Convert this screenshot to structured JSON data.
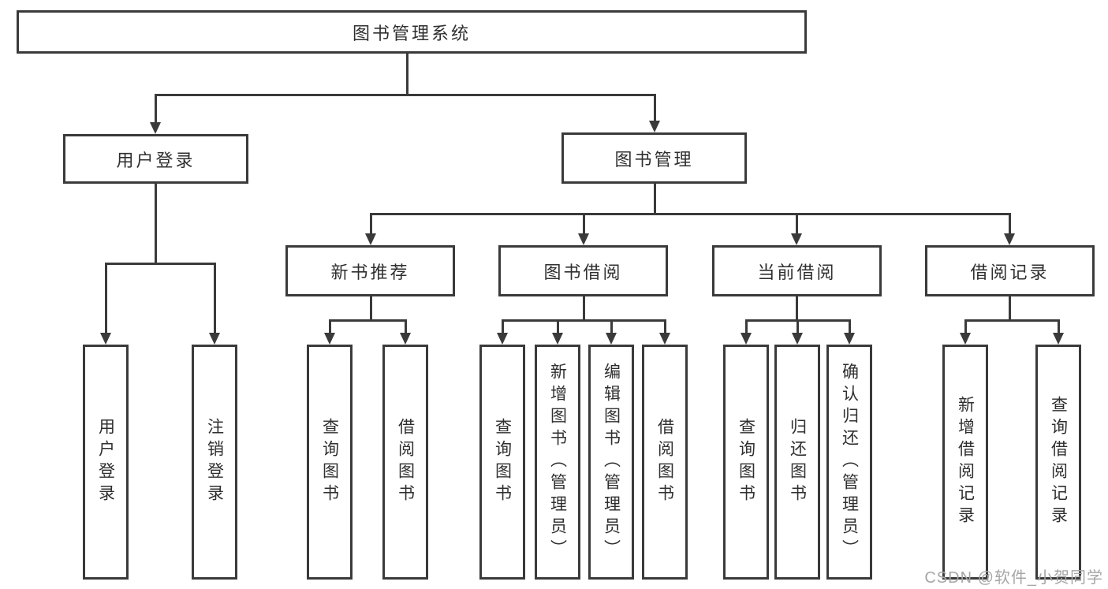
{
  "diagram": {
    "root": {
      "label": "图书管理系统"
    },
    "level2": [
      {
        "label": "用户登录",
        "children": [
          "用户登录",
          "注销登录"
        ]
      },
      {
        "label": "图书管理",
        "children": [
          "新书推荐",
          "图书借阅",
          "当前借阅",
          "借阅记录"
        ]
      }
    ],
    "level3": [
      {
        "label": "新书推荐",
        "parent": "图书管理"
      },
      {
        "label": "图书借阅",
        "parent": "图书管理"
      },
      {
        "label": "当前借阅",
        "parent": "图书管理"
      },
      {
        "label": "借阅记录",
        "parent": "图书管理"
      }
    ],
    "leaves": [
      {
        "label": "用户登录",
        "parent": "用户登录"
      },
      {
        "label": "注销登录",
        "parent": "用户登录"
      },
      {
        "label": "查询图书",
        "parent": "新书推荐"
      },
      {
        "label": "借阅图书",
        "parent": "新书推荐"
      },
      {
        "label": "查询图书",
        "parent": "图书借阅"
      },
      {
        "label": "新增图书（管理员）",
        "parent": "图书借阅"
      },
      {
        "label": "编辑图书（管理员）",
        "parent": "图书借阅"
      },
      {
        "label": "借阅图书",
        "parent": "图书借阅"
      },
      {
        "label": "查询图书",
        "parent": "当前借阅"
      },
      {
        "label": "归还图书",
        "parent": "当前借阅"
      },
      {
        "label": "确认归还（管理员）",
        "parent": "当前借阅"
      },
      {
        "label": "新增借阅记录",
        "parent": "借阅记录"
      },
      {
        "label": "查询借阅记录",
        "parent": "借阅记录"
      }
    ]
  },
  "colors": {
    "line": "#3a3a3a",
    "text": "#2f2f2f",
    "watermark": "#a6a6a6",
    "background": "#ffffff"
  },
  "watermark": {
    "text": "CSDN @软件_小贺同学"
  }
}
